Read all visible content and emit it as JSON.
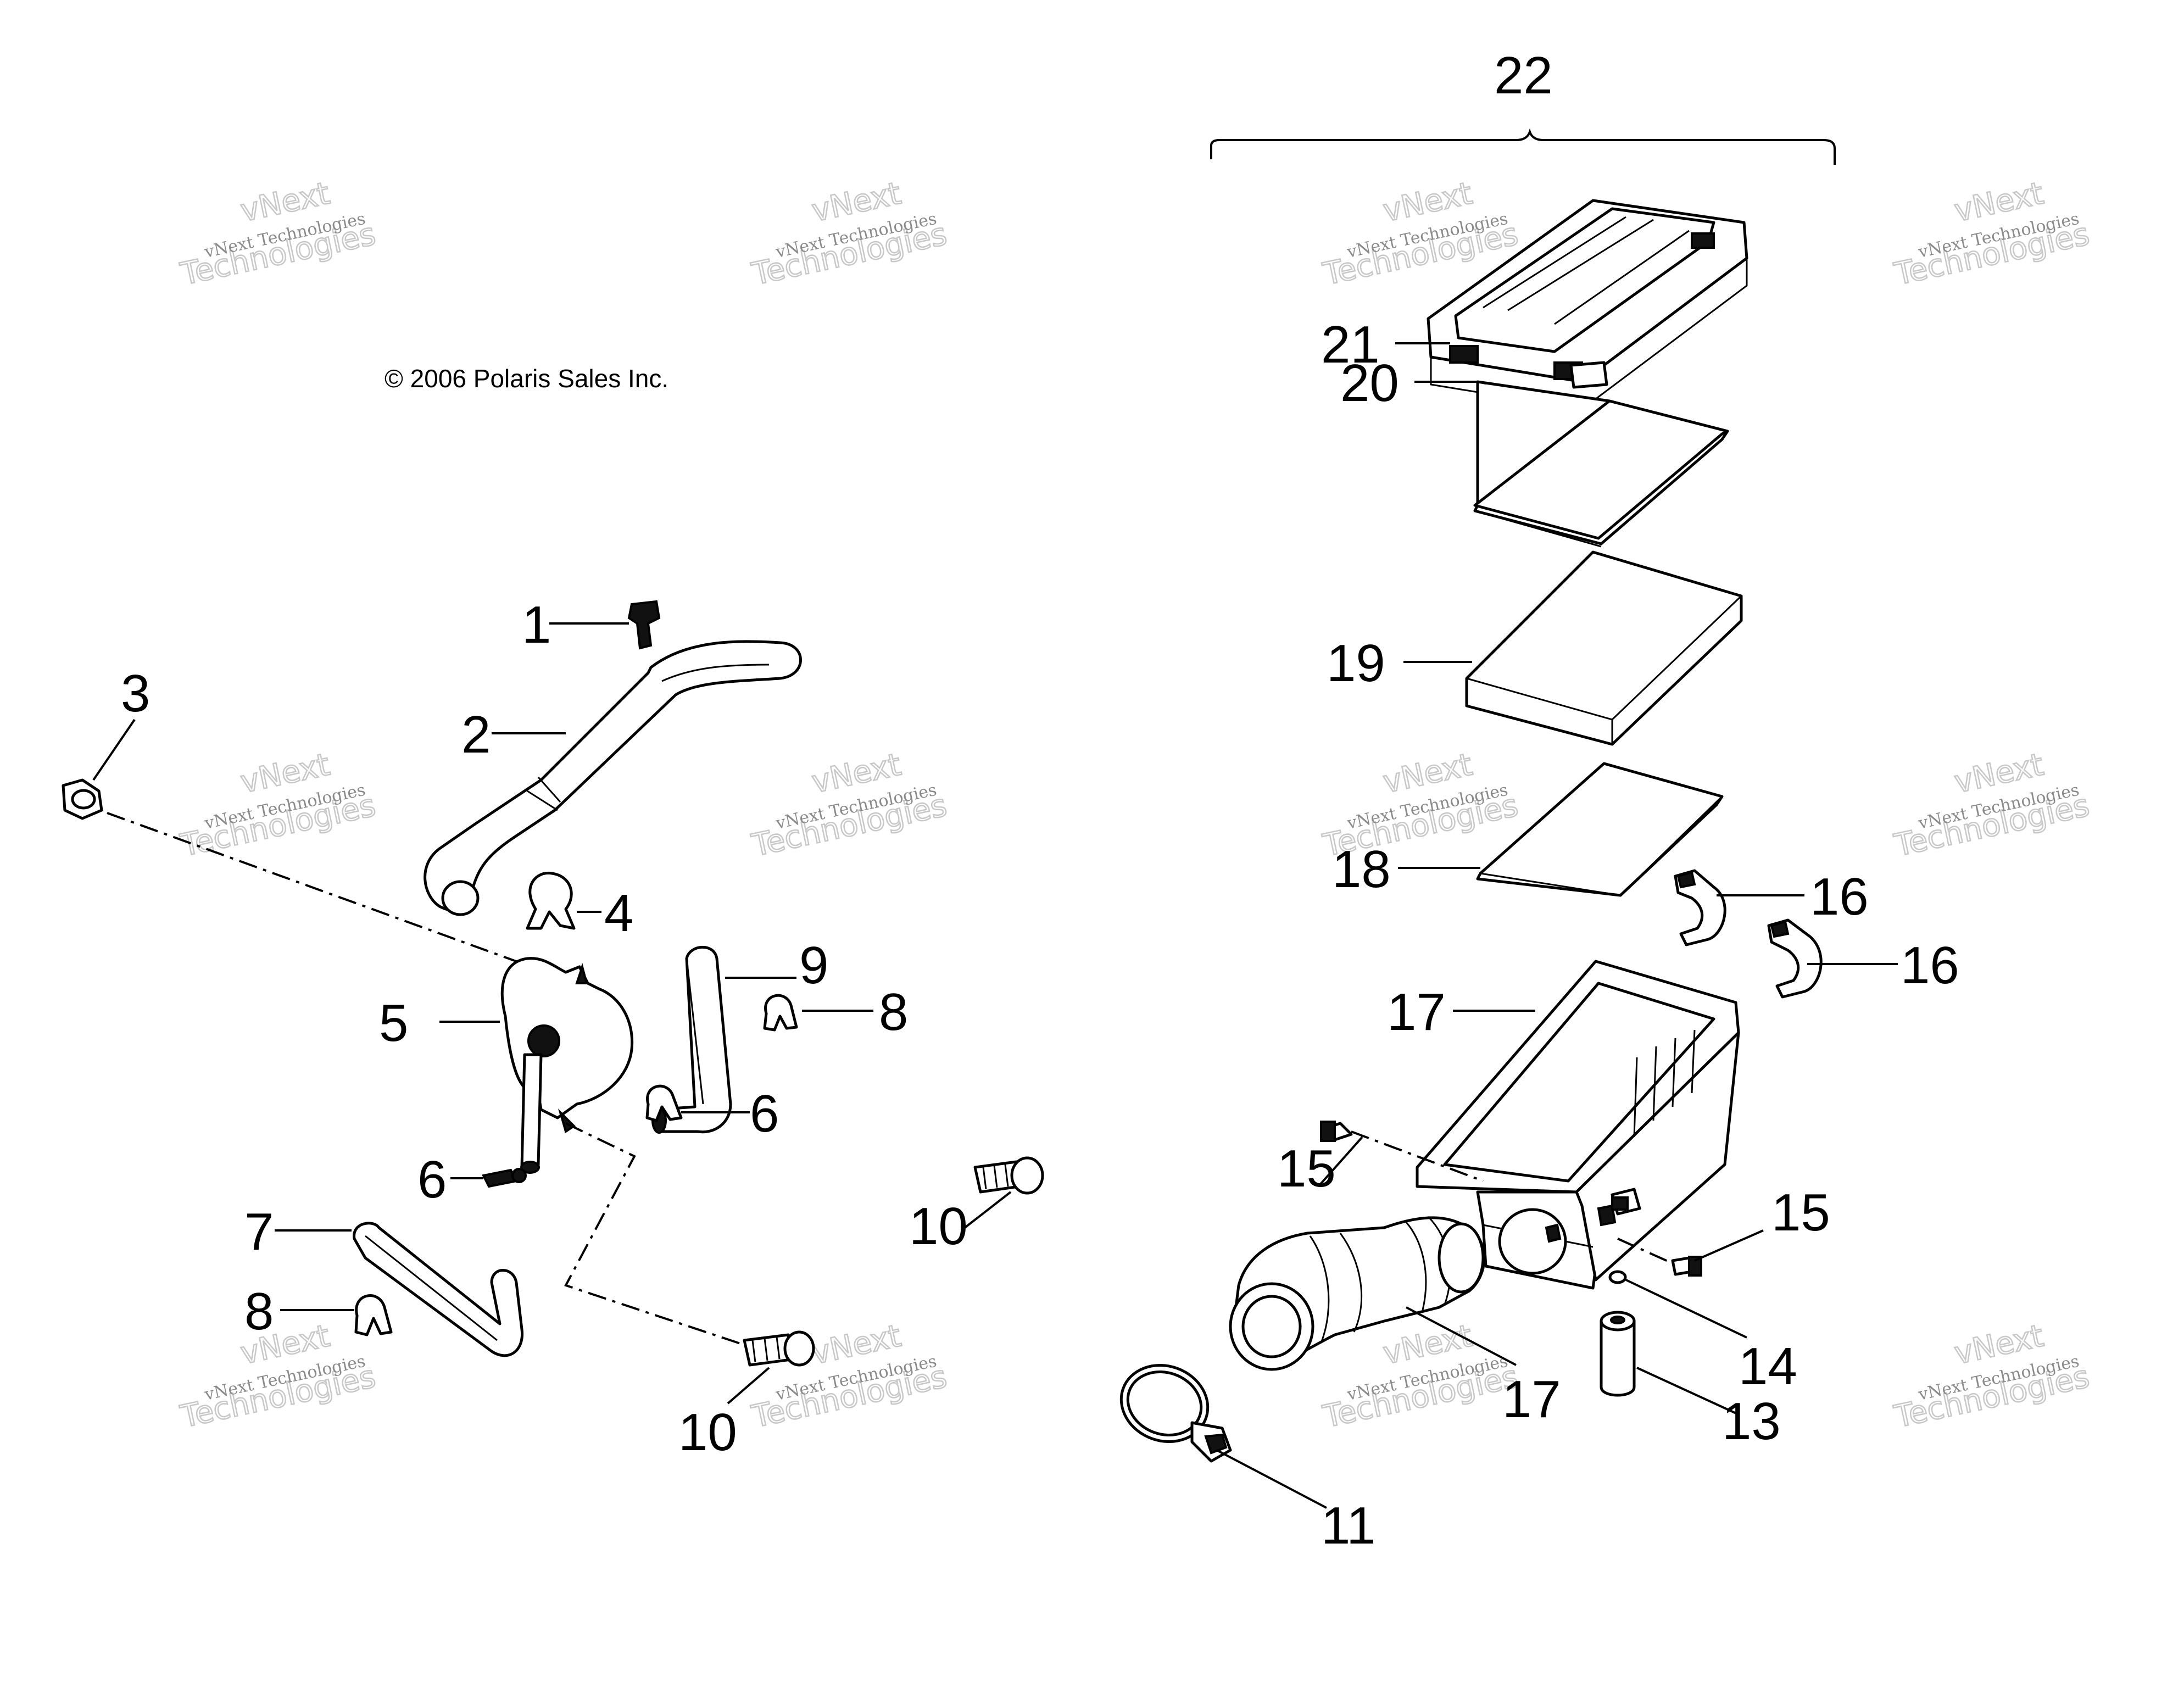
{
  "copyright": "© 2006 Polaris Sales Inc.",
  "watermark": {
    "line1": "vNext Technologies",
    "line2": "vNext",
    "line3": "Technologies"
  },
  "callouts": {
    "c1": "1",
    "c2": "2",
    "c3": "3",
    "c4": "4",
    "c5": "5",
    "c6a": "6",
    "c6b": "6",
    "c7": "7",
    "c8a": "8",
    "c8b": "8",
    "c9": "9",
    "c10a": "10",
    "c10b": "10",
    "c11": "11",
    "c13": "13",
    "c14": "14",
    "c15a": "15",
    "c15b": "15",
    "c16a": "16",
    "c16b": "16",
    "c17a": "17",
    "c17b": "17",
    "c18": "18",
    "c19": "19",
    "c20": "20",
    "c21": "21",
    "c22": "22"
  }
}
